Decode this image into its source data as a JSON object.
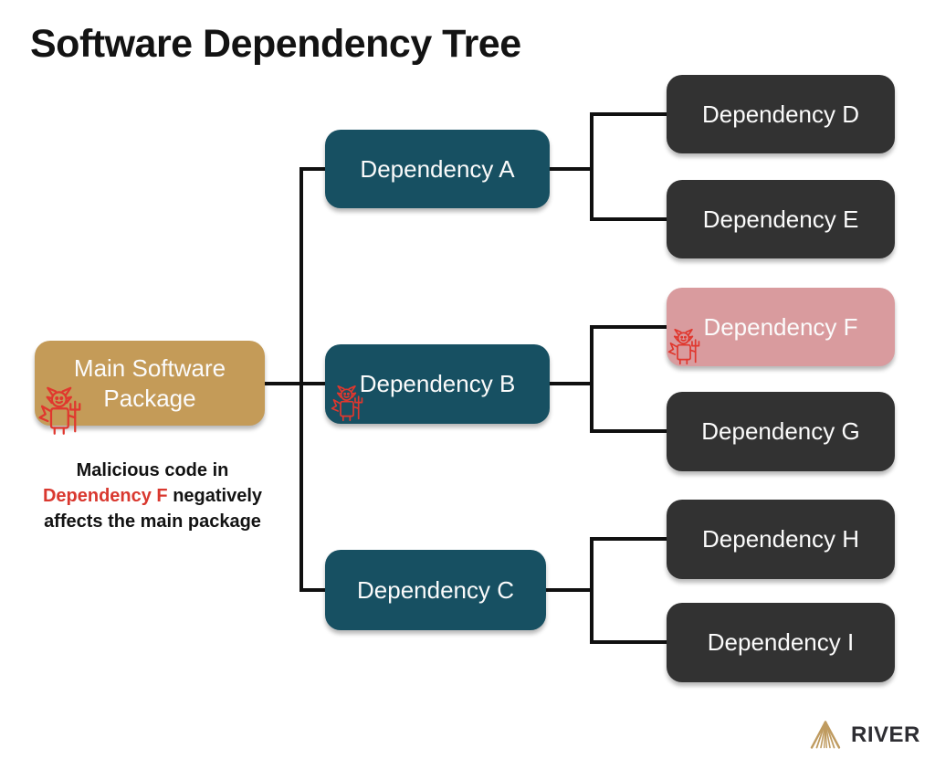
{
  "title": "Software Dependency Tree",
  "caption": {
    "line1": "Malicious code in",
    "highlight": "Dependency F",
    "line2": "negatively",
    "line3": "affects the main package"
  },
  "nodes": {
    "main": {
      "label": "Main Software Package",
      "color": "#C49B58",
      "malicious": true
    },
    "A": {
      "label": "Dependency A",
      "color": "#175062",
      "malicious": false
    },
    "B": {
      "label": "Dependency B",
      "color": "#175062",
      "malicious": true
    },
    "C": {
      "label": "Dependency C",
      "color": "#175062",
      "malicious": false
    },
    "D": {
      "label": "Dependency D",
      "color": "#323232",
      "malicious": false
    },
    "E": {
      "label": "Dependency E",
      "color": "#323232",
      "malicious": false
    },
    "F": {
      "label": "Dependency F",
      "color": "#D99B9E",
      "malicious": true
    },
    "G": {
      "label": "Dependency G",
      "color": "#323232",
      "malicious": false
    },
    "H": {
      "label": "Dependency H",
      "color": "#323232",
      "malicious": false
    },
    "I": {
      "label": "Dependency I",
      "color": "#323232",
      "malicious": false
    }
  },
  "edges": [
    [
      "Main Software Package",
      "Dependency A"
    ],
    [
      "Main Software Package",
      "Dependency B"
    ],
    [
      "Main Software Package",
      "Dependency C"
    ],
    [
      "Dependency A",
      "Dependency D"
    ],
    [
      "Dependency A",
      "Dependency E"
    ],
    [
      "Dependency B",
      "Dependency F"
    ],
    [
      "Dependency B",
      "Dependency G"
    ],
    [
      "Dependency C",
      "Dependency H"
    ],
    [
      "Dependency C",
      "Dependency I"
    ]
  ],
  "colors": {
    "malicious_red": "#D9382F",
    "connector": "#101010",
    "title": "#131313"
  },
  "icons": {
    "malicious": "devil-icon",
    "logo": "river-triangle-icon"
  },
  "logo": {
    "text": "RIVER",
    "color": "#BF9B60"
  }
}
